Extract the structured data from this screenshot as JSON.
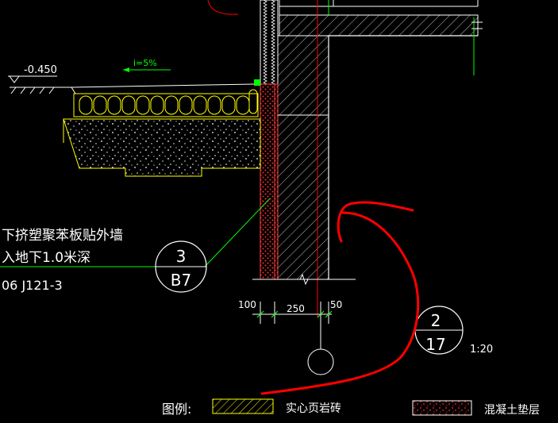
{
  "drawing": {
    "elevation_label": "-0.450",
    "slope_label": "i=5%",
    "note_line1": "下挤塑聚苯板贴外墙",
    "note_line2": "入地下1.0米深",
    "note_line3": "06 J121-3",
    "detail_ref": {
      "number": "3",
      "sheet": "B7"
    },
    "section_ref": {
      "number": "2",
      "sheet": "17"
    },
    "scale": "1:20",
    "dimensions": {
      "left": "100",
      "middle": "250",
      "right": "50"
    },
    "legend": {
      "title": "图例:",
      "items": [
        {
          "label": "实心页岩砖"
        },
        {
          "label": "混凝土垫层"
        }
      ]
    }
  },
  "colors": {
    "background": "#000000",
    "linework": "#ffffff",
    "hatch": "#c9c9c9",
    "insulation": "#ffff00",
    "foundation": "#ffff00",
    "leader": "#00ff00",
    "axis": "#ff0000",
    "brick_dots": "#ff2d2d",
    "annotation_stroke": "#ff0000"
  }
}
